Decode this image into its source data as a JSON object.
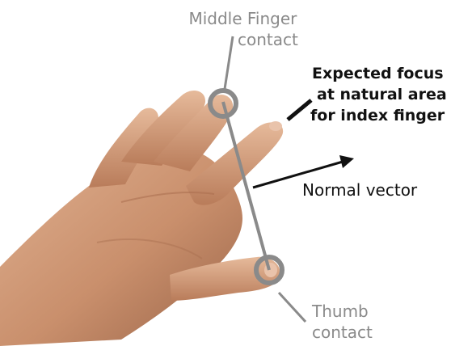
{
  "labels": {
    "middle_finger": [
      "Middle Finger",
      "contact"
    ],
    "expected_focus": [
      "Expected focus",
      "at natural area",
      "for index finger"
    ],
    "normal_vector": "Normal vector",
    "thumb": [
      "Thumb",
      "contact"
    ]
  },
  "colors": {
    "annotation_gray": "#8a8a8a",
    "emphasis_black": "#111111",
    "skin": "#c98f6c",
    "skin_shadow": "#9a6448",
    "skin_highlight": "#e3b596"
  }
}
